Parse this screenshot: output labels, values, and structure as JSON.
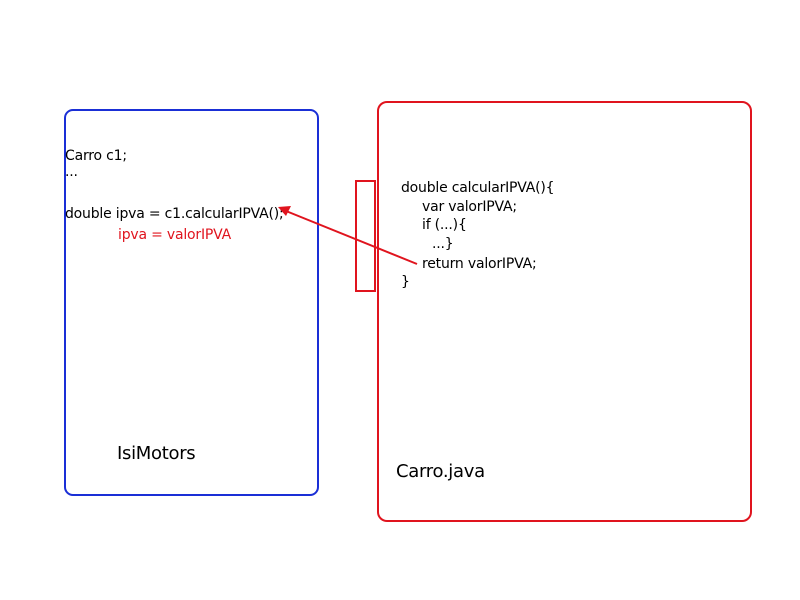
{
  "colors": {
    "left_box_border": "#1a2fd6",
    "right_box_border": "#e0141e",
    "highlight_text": "#e0141e",
    "arrow": "#e0141e"
  },
  "left_panel": {
    "code_lines": [
      "Carro c1;",
      "...",
      "double ipva = c1.calcularIPVA();",
      "ipva = valorIPVA"
    ],
    "label": "IsiMotors"
  },
  "right_panel": {
    "code_lines": [
      "double calcularIPVA(){",
      "var valorIPVA;",
      "if (...){",
      "...}",
      "return valorIPVA;",
      "}"
    ],
    "label": "Carro.java"
  }
}
